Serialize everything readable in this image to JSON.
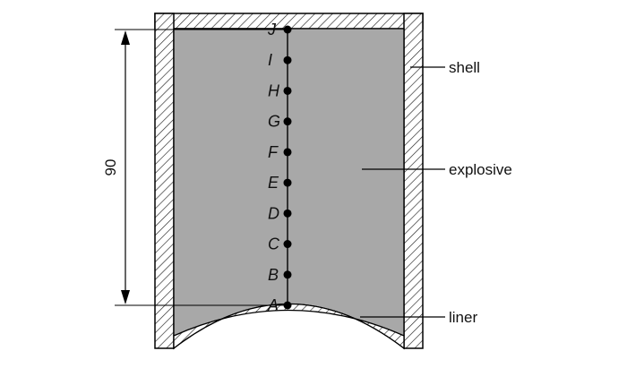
{
  "diagram": {
    "dimension_label": "90",
    "callouts": {
      "shell": "shell",
      "explosive": "explosive",
      "liner": "liner"
    },
    "points": [
      {
        "label": "J"
      },
      {
        "label": "I"
      },
      {
        "label": "H"
      },
      {
        "label": "G"
      },
      {
        "label": "F"
      },
      {
        "label": "E"
      },
      {
        "label": "D"
      },
      {
        "label": "C"
      },
      {
        "label": "B"
      },
      {
        "label": "A"
      }
    ],
    "colors": {
      "explosive_fill": "#a8a8a8",
      "hatch": "#222222",
      "line": "#000000"
    }
  }
}
